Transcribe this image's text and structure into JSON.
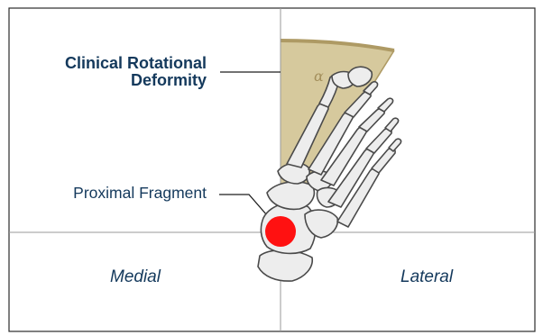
{
  "diagram": {
    "title_line1": "Clinical Rotational",
    "title_line2": "Deformity",
    "fragment_label": "Proximal Fragment",
    "medial_label": "Medial",
    "lateral_label": "Lateral",
    "angle_symbol": "α"
  },
  "colors": {
    "border": "#2b2b2b",
    "axis": "#9a9a9a",
    "wedge_fill": "#d6c99d",
    "wedge_edge": "#ae9a64",
    "label_text": "#14395c",
    "fragment_marker": "#ff1111"
  },
  "icons": [
    "foot-skeleton-icon",
    "fragment-marker-icon"
  ]
}
